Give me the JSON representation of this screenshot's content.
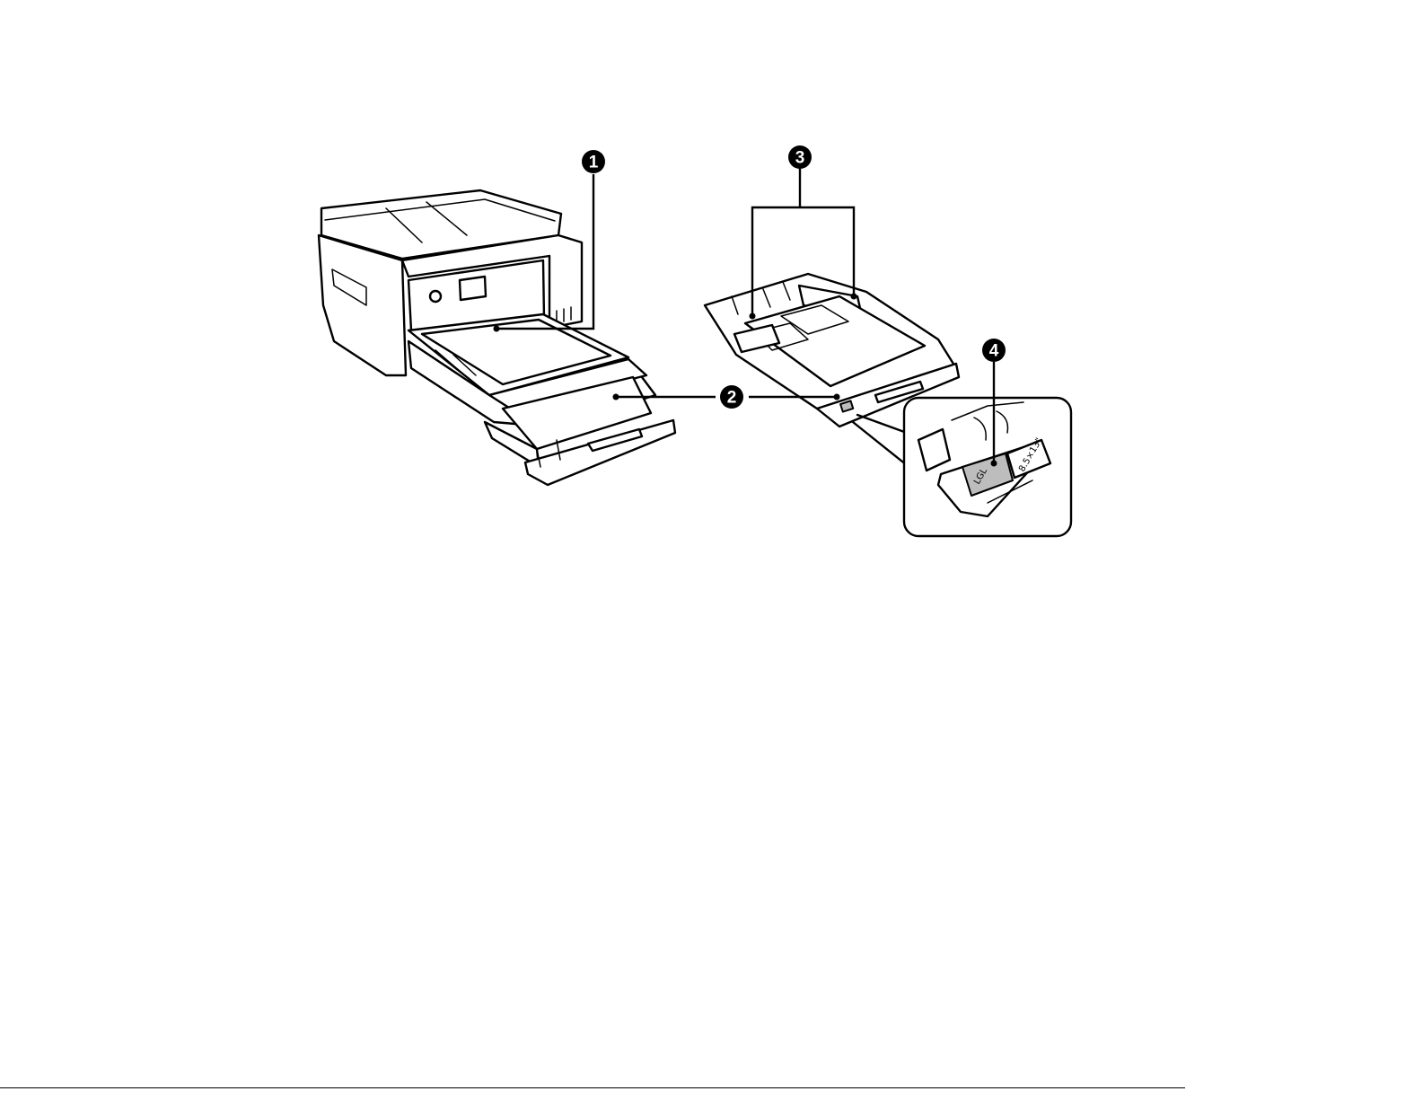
{
  "callouts": [
    {
      "id": "1",
      "label": "1"
    },
    {
      "id": "2",
      "label": "2"
    },
    {
      "id": "3",
      "label": "3"
    },
    {
      "id": "4",
      "label": "4"
    }
  ],
  "inset": {
    "dial_label": "LGL",
    "size_label": "8.5×13\""
  }
}
